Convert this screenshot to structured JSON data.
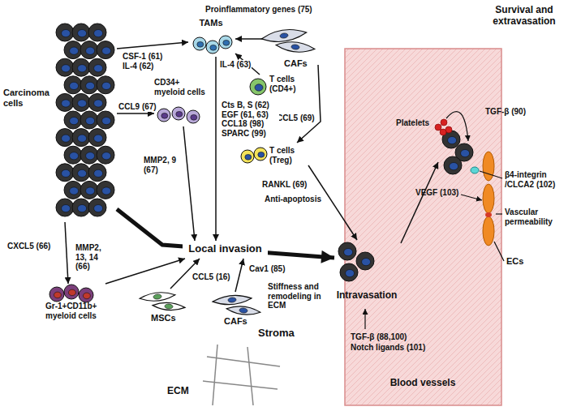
{
  "diagram": {
    "nodes": [
      {
        "text": [
          "Carcinoma cells"
        ]
      },
      {
        "text": [
          "TAMs"
        ]
      },
      {
        "text": [
          "CAFs"
        ]
      },
      {
        "text": [
          "CD34+ myeloid cells"
        ]
      },
      {
        "text": [
          "T cells (CD4+)"
        ]
      },
      {
        "text": [
          "T cells (Treg)"
        ]
      },
      {
        "text": [
          "Local invasion"
        ]
      },
      {
        "text": [
          "Gr-1+CD11b+ myeloid cells"
        ]
      },
      {
        "text": [
          "MSCs"
        ]
      },
      {
        "text": [
          "CAFs"
        ]
      },
      {
        "text": [
          "Intravasation"
        ]
      },
      {
        "text": [
          "Blood vessels"
        ]
      },
      {
        "text": [
          "Survival and extravasation"
        ],
        "in": 11
      }
    ],
    "edges": [
      {
        "from": 0,
        "to": 1,
        "arrow": "to",
        "label": "CSF-1 (61) IL-4 (62)"
      },
      {
        "from": 2,
        "to": 1,
        "arrow": "to",
        "label": "Proinflammatory genes (75)"
      },
      {
        "from": 4,
        "to": 1,
        "arrow": "to",
        "label": "IL-4 (63)"
      },
      {
        "from": 2,
        "to": 5,
        "arrow": "to",
        "label": "CCL5 (69)"
      },
      {
        "from": 0,
        "to": 3,
        "arrow": "to",
        "label": "CCL9 (67)"
      },
      {
        "from": 0,
        "to": 7,
        "arrow": "to",
        "label": "CXCL5 (66)"
      },
      {
        "from": 1,
        "to": 6,
        "arrow": "to",
        "label": "Cts B, S (62) EGF (61, 63) CCL18 (98) SPARC (99)"
      },
      {
        "from": 3,
        "to": 6,
        "arrow": "to",
        "label": "MMP2, 9 (67)"
      },
      {
        "from": 7,
        "to": 6,
        "arrow": "to",
        "label": "MMP2, 13, 14 (66)"
      },
      {
        "from": 8,
        "to": 6,
        "arrow": "to",
        "label": "CCL5 (16)"
      },
      {
        "from": 9,
        "to": 6,
        "arrow": "to",
        "label": "Cav1 (85)"
      },
      {
        "from": 0,
        "to": 10,
        "arrow": "to"
      },
      {
        "from": 5,
        "to": 10,
        "arrow": "to",
        "label": "RANKL (69)"
      },
      {
        "from": 10,
        "to": 12,
        "arrow": "to"
      }
    ],
    "labels": [
      "Anti-apoptosis",
      "Stiffness and remodeling in ECM",
      "Stroma",
      "ECM",
      "TGF-β (88,100)",
      "Notch ligands (101)",
      "TGF-β (90)",
      "Platelets",
      "VEGF (103)",
      "β4-integrin /CLCA2 (102)",
      "Vascular permeability",
      "ECs"
    ]
  }
}
